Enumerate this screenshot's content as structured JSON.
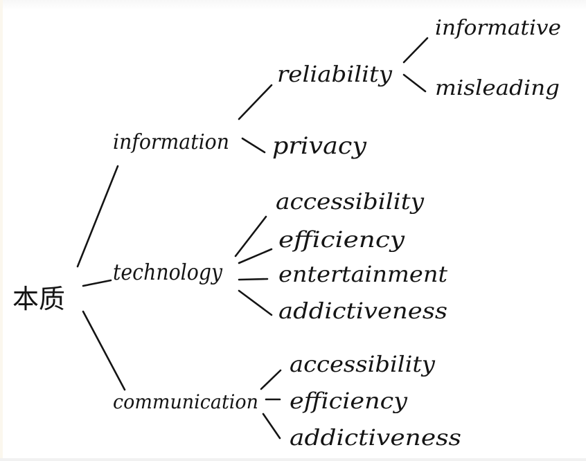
{
  "diagram": {
    "root": "本质",
    "branches": {
      "information": {
        "label": "information",
        "reliability": {
          "label": "reliability",
          "children": [
            "informative",
            "misleading"
          ]
        },
        "privacy": "privacy"
      },
      "technology": {
        "label": "technology",
        "children": [
          "accessibility",
          "efficiency",
          "entertainment",
          "addictiveness"
        ]
      },
      "communication": {
        "label": "communication",
        "children": [
          "accessibility",
          "efficiency",
          "addictiveness"
        ]
      }
    },
    "ink_color": "#141414",
    "background": "#ffffff"
  }
}
